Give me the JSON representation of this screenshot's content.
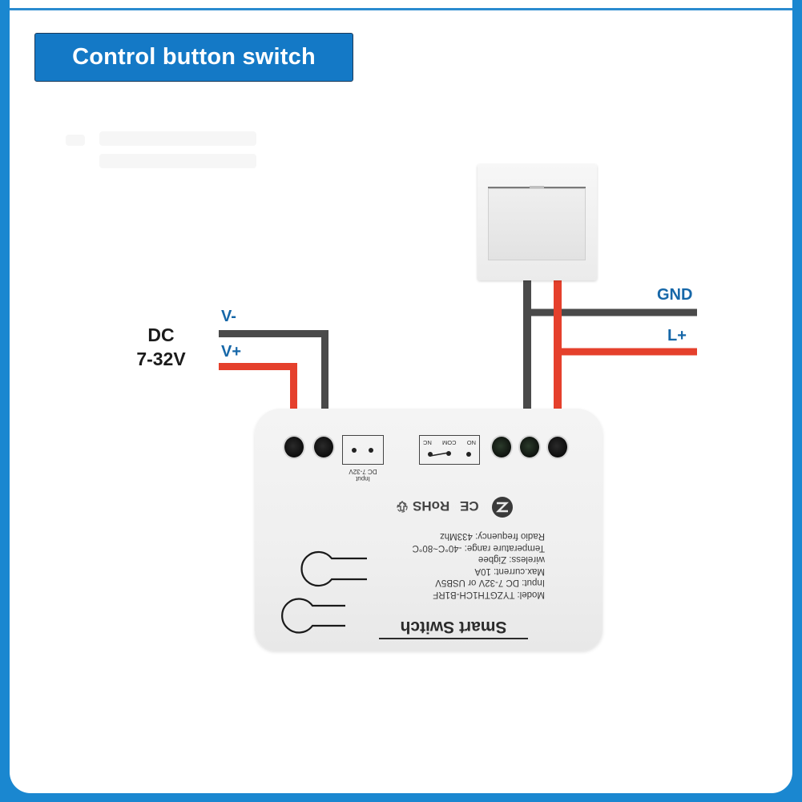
{
  "title": "Control button switch",
  "colors": {
    "frame_blue": "#1a87d0",
    "title_bg": "#1479c6",
    "label_blue": "#1667a8",
    "wire_red": "#e5402c",
    "wire_black": "#4a4a4a"
  },
  "power_input": {
    "label_line1": "DC",
    "label_line2": "7-32V",
    "negative_label": "V-",
    "positive_label": "V+"
  },
  "output": {
    "ground_label": "GND",
    "live_label": "L+"
  },
  "device": {
    "input_port_label_line1": "Input",
    "input_port_label_line2": "DC 7-32V",
    "relay_labels": [
      "NO",
      "COM",
      "NC"
    ],
    "certifications": [
      "Zigbee-logo",
      "CE",
      "RoHS",
      "recycle"
    ],
    "ce_text": "CE",
    "rohs_text": "RoHS",
    "specs": [
      "Model: TYZGTH1CH-B1RF",
      "Input: DC 7-32V or USB5V",
      "Max.current: 10A",
      "wireless: Zigbee",
      "Temperature range: -40°C~80°C",
      "Radio frequency: 433Mhz"
    ],
    "product_name": "Smart Switch"
  },
  "wall_switch": {
    "type": "rocker-switch"
  }
}
